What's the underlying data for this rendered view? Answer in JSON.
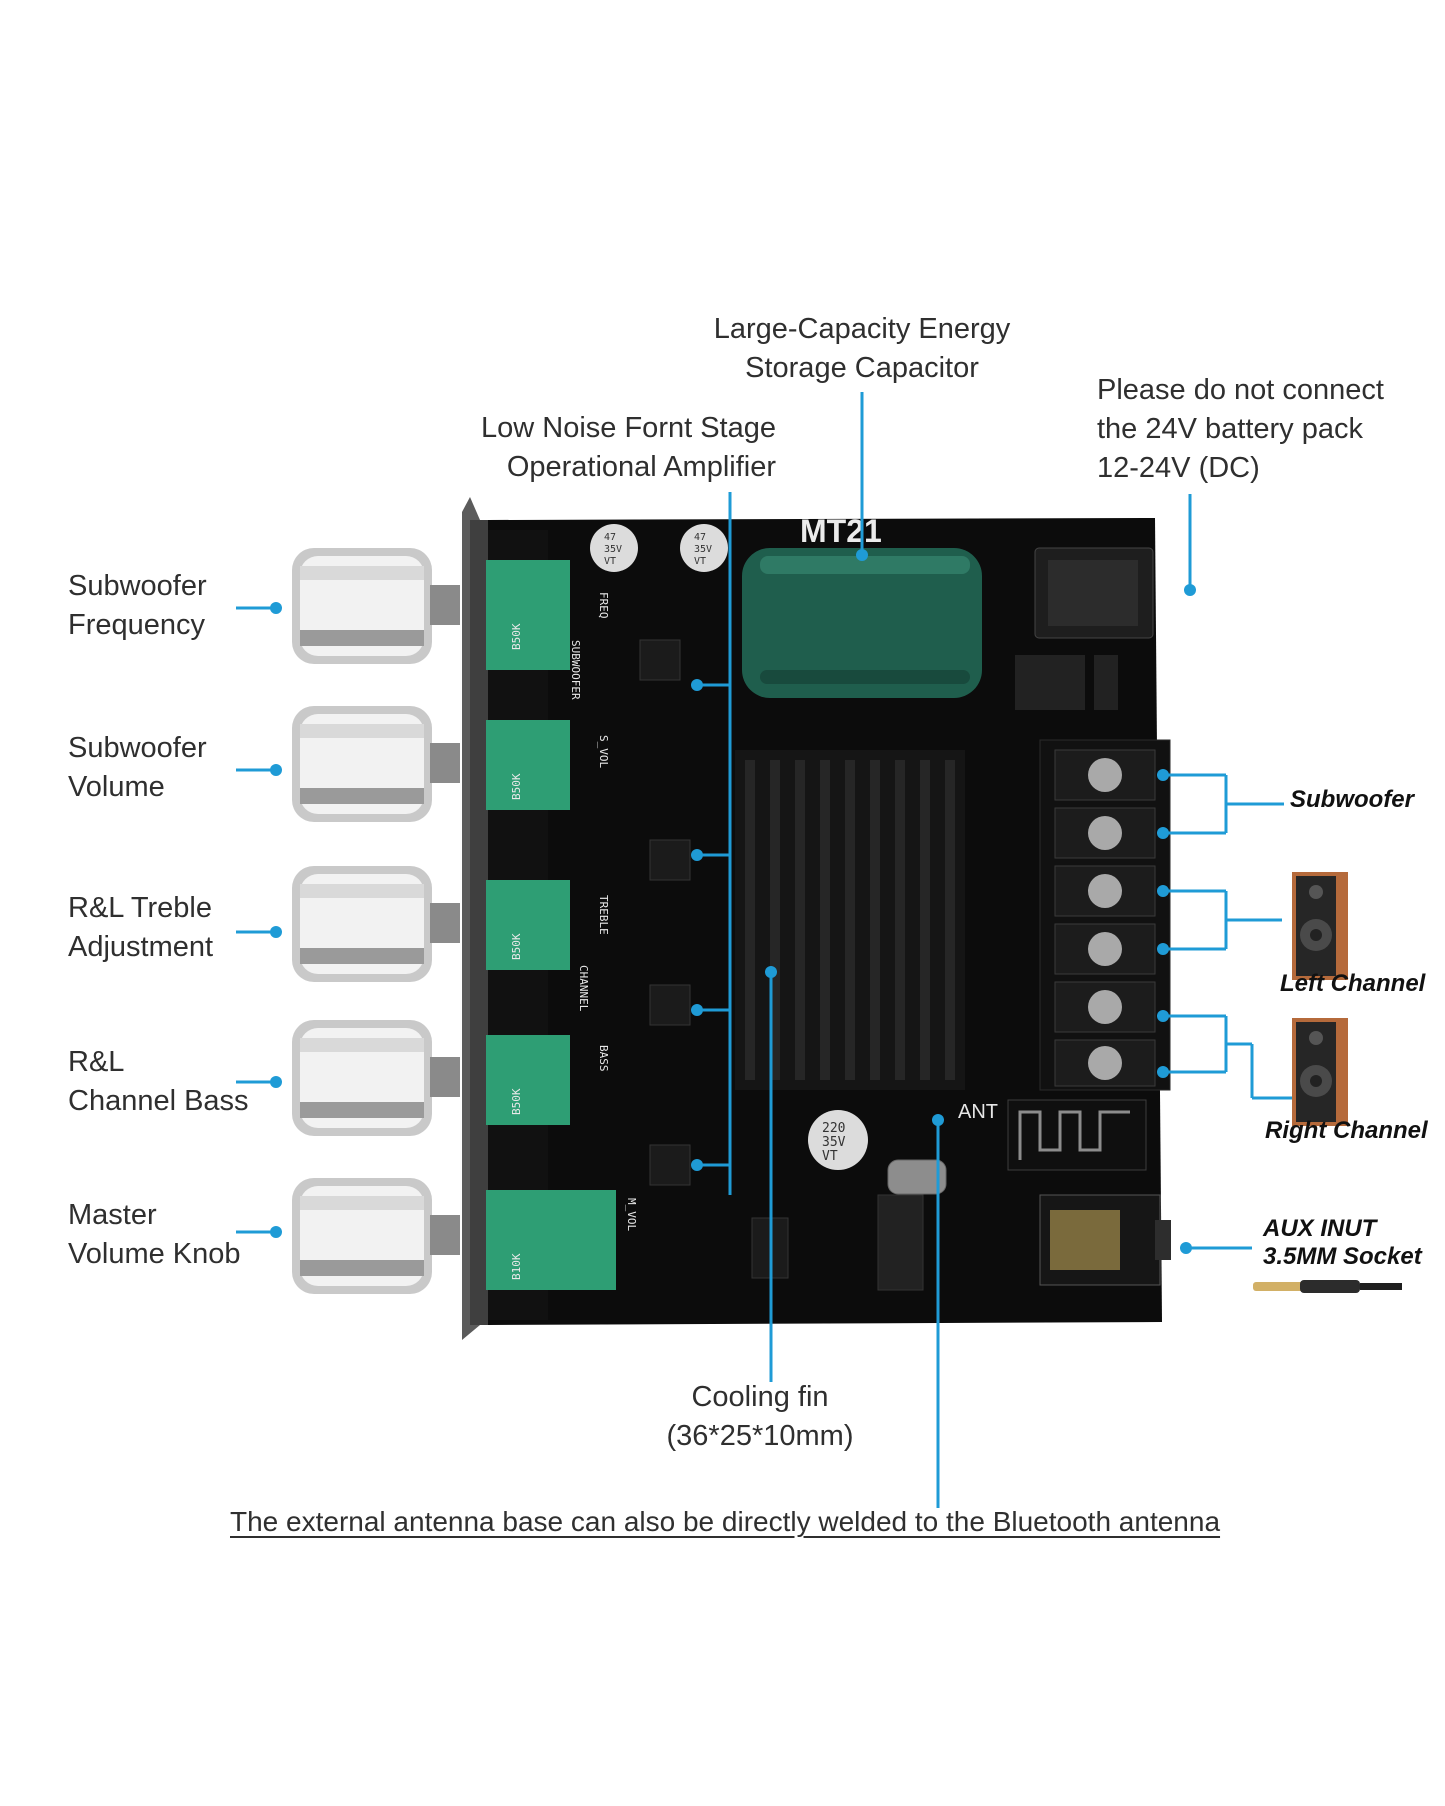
{
  "labels": {
    "subwoofer_frequency": [
      "Subwoofer",
      "Frequency"
    ],
    "subwoofer_volume": [
      "Subwoofer",
      "Volume"
    ],
    "treble": [
      "R&L Treble",
      "Adjustment"
    ],
    "bass": [
      "R&L",
      "Channel Bass"
    ],
    "master": [
      "Master",
      "Volume Knob"
    ],
    "capacitor": [
      "Large-Capacity Energy",
      "Storage Capacitor"
    ],
    "op_amp": [
      "Low Noise Fornt Stage",
      "Operational Amplifier"
    ],
    "battery": [
      "Please do not connect",
      "the 24V battery pack",
      "12-24V (DC)"
    ],
    "cooling": [
      "Cooling fin",
      "(36*25*10mm)"
    ],
    "footer": "The external antenna base can also be directly welded to the Bluetooth antenna"
  },
  "right_labels": {
    "subwoofer": "Subwoofer",
    "left_channel": "Left Channel",
    "right_channel": "Right Channel",
    "aux": [
      "AUX INUT",
      "3.5MM Socket"
    ]
  },
  "board": {
    "model": "MT21",
    "pots": [
      "B50K",
      "B50K",
      "B50K",
      "B50K",
      "B10K"
    ],
    "silk_vertical": [
      "FREQ",
      "SUBWOOFER",
      "S_VOL",
      "TREBLE",
      "CHANNEL",
      "BASS",
      "M_VOL"
    ],
    "ant": "ANT",
    "cap_small": [
      "47",
      "35V",
      "VT"
    ],
    "cap_mid": [
      "220",
      "35V",
      "VT"
    ]
  },
  "colors": {
    "accent": "#1f9bd6",
    "pcb": "#0d0d0d",
    "pot_green": "#2e9e74",
    "cap_green": "#1f5e4d"
  }
}
